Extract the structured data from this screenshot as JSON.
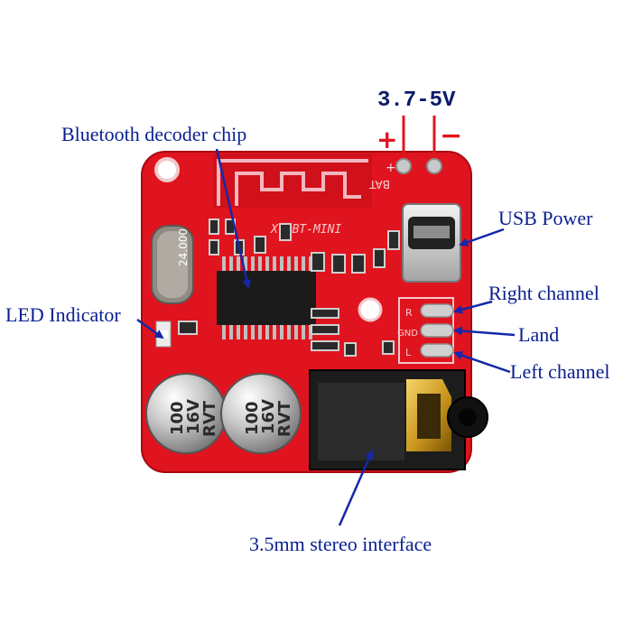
{
  "labels": {
    "voltage": "3.7-5V",
    "plus": "+",
    "minus": "−",
    "bluetooth_chip": "Bluetooth decoder chip",
    "usb_power": "USB Power",
    "led_indicator": "LED Indicator",
    "right_channel": "Right channel",
    "land": "Land",
    "left_channel": "Left channel",
    "stereo_interface": "3.5mm stereo interface"
  },
  "board_silkscreen": {
    "model": "XY-BT-MINI",
    "bat": "BAT",
    "pin_r": "R",
    "pin_gnd": "GND",
    "pin_l": "L",
    "crystal": "24.000",
    "cap1_line1": "100",
    "cap1_line2": "16V",
    "cap1_line3": "RVT",
    "cap2_line1": "100",
    "cap2_line2": "16V",
    "cap2_line3": "RVT"
  },
  "colors": {
    "board": "#e0141e",
    "board_dark": "#b80d16",
    "label_text": "#0a1f8f",
    "arrow": "#1627a8",
    "accent_red": "#e0141e"
  }
}
